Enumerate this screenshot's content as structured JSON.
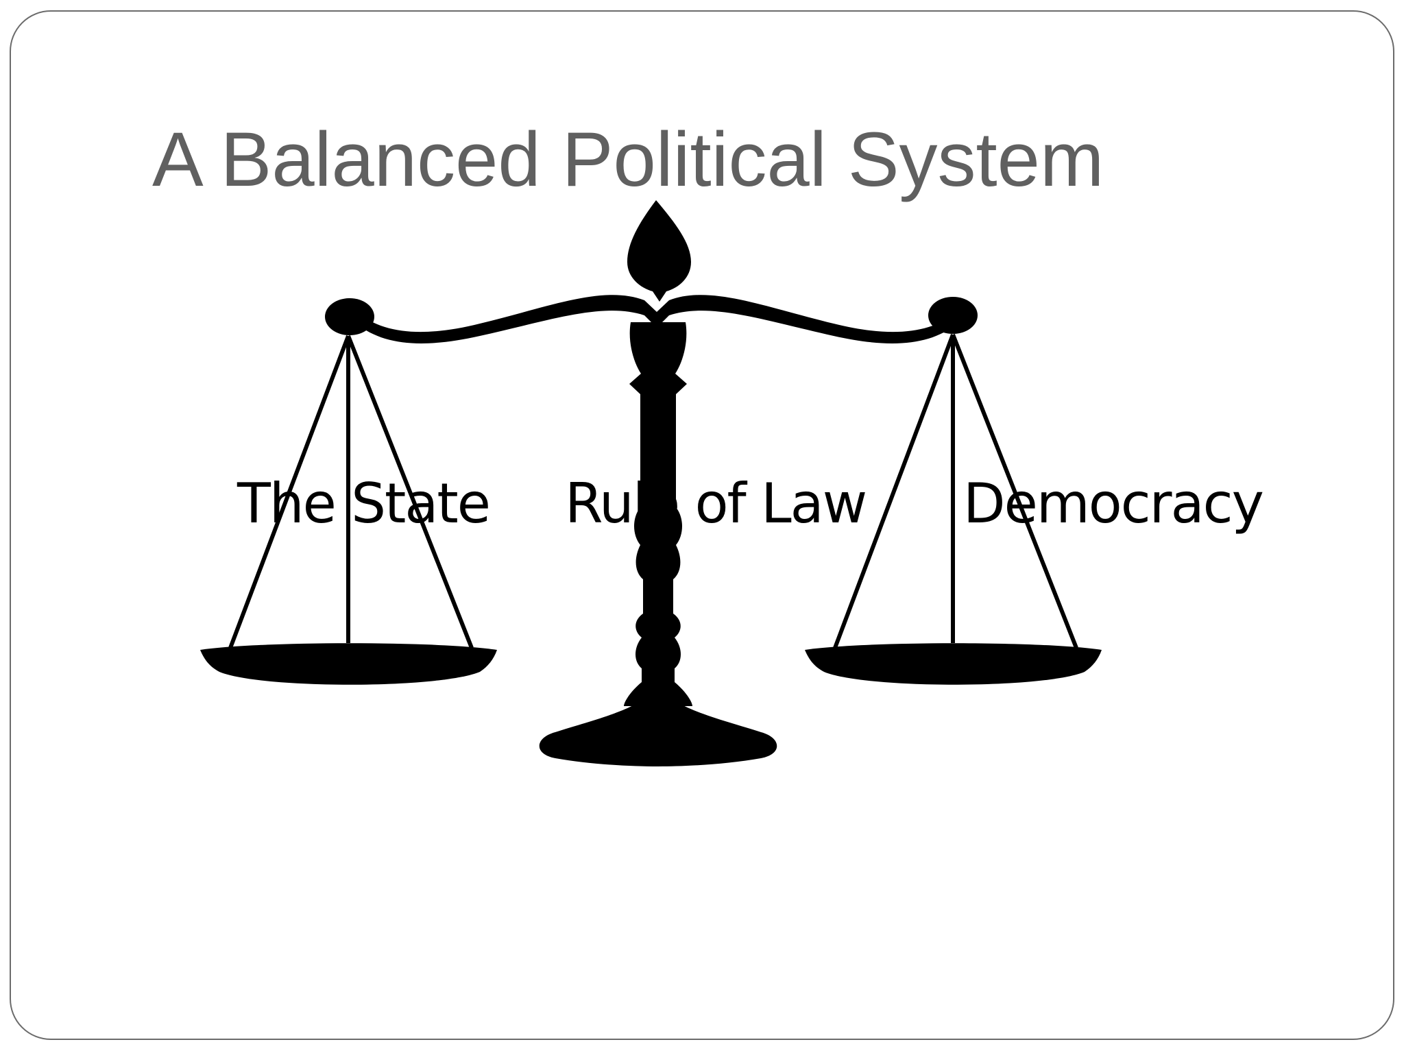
{
  "slide": {
    "title": "A Balanced Political System",
    "labels": {
      "left": "The State",
      "center": "Rule of Law",
      "right": "Democracy"
    }
  },
  "colors": {
    "title_text": "#606060",
    "label_text": "#000000",
    "scale_silhouette": "#000000",
    "frame_border": "#6b6b6b",
    "background": "#ffffff"
  },
  "icons": {
    "scale": "scales-of-justice-icon"
  }
}
